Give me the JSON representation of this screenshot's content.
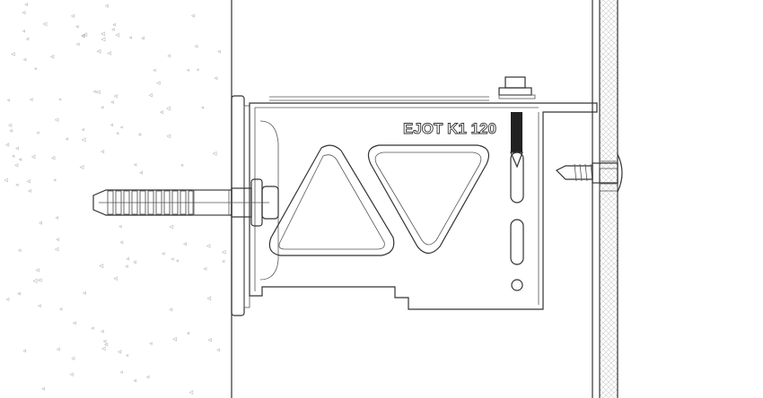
{
  "drawing": {
    "bracket_label": "EJOT K1 120",
    "colors": {
      "line": "#333333",
      "speckle": "#bbbbbb",
      "hatch": "#cccccc",
      "background": "#ffffff"
    },
    "components": [
      "concrete-wall",
      "wall-dowel",
      "thermal-pad",
      "bracket",
      "hex-bolt",
      "self-drilling-screw",
      "facade-panel"
    ]
  }
}
